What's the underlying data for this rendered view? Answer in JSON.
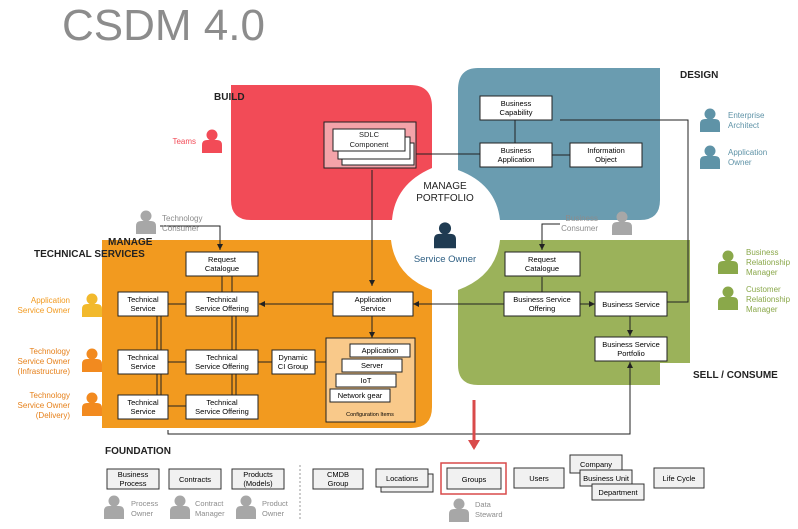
{
  "title": "CSDM 4.0",
  "colors": {
    "build": "#f24b57",
    "design": "#6a9cb0",
    "technical": "#f29a1f",
    "sell": "#9bb25a",
    "center_person": "#1f3b52",
    "highlight": "#d94a4a",
    "gray_person": "#a7a7a7",
    "orange_person": "#f28a1f",
    "yellow_person": "#f2b92c",
    "green_person": "#8aa84a",
    "teal_person": "#5f93a7"
  },
  "domains": {
    "build": "BUILD",
    "design": "DESIGN",
    "technical": "MANAGE TECHNICAL SERVICES",
    "sell": "SELL / CONSUME",
    "foundation": "FOUNDATION",
    "center": "MANAGE PORTFOLIO",
    "center_owner": "Service Owner"
  },
  "boxes": {
    "sdlc": "SDLC Component",
    "business_capability": "Business Capability",
    "business_application": "Business Application",
    "information_object": "Information Object",
    "request_catalogue_left": "Request Catalogue",
    "technical_service_1": "Technical Service",
    "technical_service_offering_1": "Technical Service Offering",
    "technical_service_2": "Technical Service",
    "technical_service_offering_2": "Technical Service Offering",
    "dynamic_ci_group": "Dynamic CI Group",
    "technical_service_3": "Technical Service",
    "technical_service_offering_3": "Technical Service Offering",
    "application_service": "Application Service",
    "ci_application": "Application",
    "ci_server": "Server",
    "ci_iot": "IoT",
    "ci_network": "Network gear",
    "configuration_items": "Configuration Items",
    "request_catalogue_right": "Request Catalogue",
    "business_service_offering": "Business Service Offering",
    "business_service": "Business Service",
    "business_service_portfolio": "Business Service Portfolio"
  },
  "personas": {
    "teams": "Teams",
    "enterprise_architect": "Enterprise Architect",
    "application_owner": "Application Owner",
    "technology_consumer": "Technology Consumer",
    "business_consumer": "Business Consumer",
    "application_service_owner": "Application Service Owner",
    "tso_infrastructure": "Technology Service Owner (Infrastructure)",
    "tso_delivery": "Technology Service Owner (Delivery)",
    "business_relationship_manager": "Business Relationship Manager",
    "customer_relationship_manager": "Customer Relationship Manager"
  },
  "foundation": {
    "business_process": "Business Process",
    "contracts": "Contracts",
    "products": "Products (Models)",
    "cmdb_group": "CMDB Group",
    "locations": "Locations",
    "groups": "Groups",
    "users": "Users",
    "company": "Company",
    "business_unit": "Business Unit",
    "department": "Department",
    "life_cycle": "Life Cycle",
    "process_owner": "Process Owner",
    "contract_manager": "Contract Manager",
    "product_owner": "Product Owner",
    "data_steward": "Data Steward"
  }
}
